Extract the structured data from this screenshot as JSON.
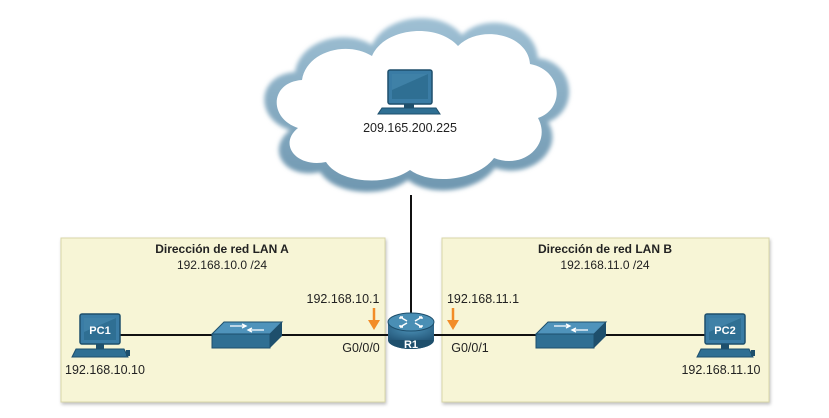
{
  "internet": {
    "host_ip": "209.165.200.225"
  },
  "lan_a": {
    "title": "Dirección de red LAN A",
    "network": "192.168.10.0 /24",
    "pc_label": "PC1",
    "pc_ip": "192.168.10.10",
    "gateway_ip": "192.168.10.1",
    "router_interface": "G0/0/0"
  },
  "lan_b": {
    "title": "Dirección de red LAN B",
    "network": "192.168.11.0 /24",
    "pc_label": "PC2",
    "pc_ip": "192.168.11.10",
    "gateway_ip": "192.168.11.1",
    "router_interface": "G0/0/1"
  },
  "router": {
    "label": "R1"
  },
  "colors": {
    "lan_box_fill": "#f7f5d6",
    "lan_box_border": "#d9d6a8",
    "device_blue": "#2f6f93",
    "device_blue_dark": "#1e4f6c",
    "arrow_orange": "#f28c28",
    "cloud_edge": "#8fb3c9"
  }
}
